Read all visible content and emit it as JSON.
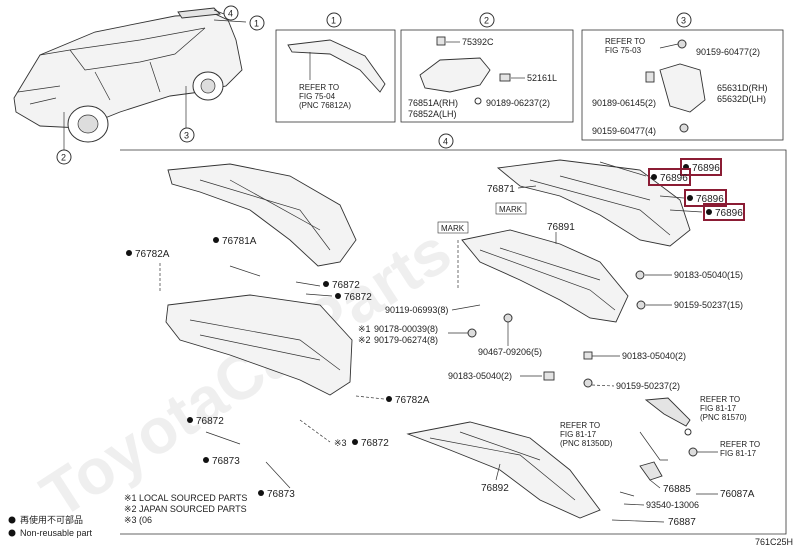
{
  "diagram_code": "761C25H",
  "watermark": "ToyotaCarParts",
  "callouts": {
    "c1": "1",
    "c2": "2",
    "c3": "3",
    "c4": "4"
  },
  "panel1": {
    "ref": [
      "REFER TO",
      "FIG 75-04",
      "(PNC 76812A)"
    ]
  },
  "panel2": {
    "p1": "75392C",
    "p2": "52161L",
    "p3": "76851A(RH)",
    "p4": "76852A(LH)",
    "p5": "90189-06237(2)"
  },
  "panel3": {
    "ref": [
      "REFER TO",
      "FIG 75-03"
    ],
    "p1": "90159-60477(2)",
    "p2": "65631D(RH)",
    "p3": "65632D(LH)",
    "p4": "90189-06145(2)",
    "p5": "90159-60477(4)"
  },
  "main": {
    "p76896a": "76896",
    "p76896b": "76896",
    "p76896c": "76896",
    "p76896d": "76896",
    "p76871": "76871",
    "mark1": "MARK",
    "mark2": "MARK",
    "p76891": "76891",
    "p90183a": "90183-05040(15)",
    "p90159a": "90159-50237(15)",
    "p90183b": "90183-05040(2)",
    "p90159b": "90159-50237(2)",
    "p90183c": "90183-05040(2)",
    "p90467": "90467-09206(5)",
    "p90119": "90119-06993(8)",
    "p90178": "90178-00039(8)",
    "p90179": "90179-06274(8)",
    "star1": "※1",
    "star2": "※2",
    "star3": "※3",
    "p76782a1": "76782A",
    "p76781a": "76781A",
    "p76872a": "76872",
    "p76872b": "76872",
    "p76782a2": "76782A",
    "p76872c": "76872",
    "p76872d": "76872",
    "p76873a": "76873",
    "p76873b": "76873",
    "ref81570": [
      "REFER TO",
      "FIG 81-17",
      "(PNC 81570)"
    ],
    "ref81350": [
      "REFER TO",
      "FIG 81-17",
      "(PNC 81350D)"
    ],
    "ref8117": [
      "REFER TO",
      "FIG 81-17"
    ],
    "p76892": "76892",
    "p76885": "76885",
    "p76087a": "76087A",
    "p93540": "93540-13006",
    "p76887": "76887"
  },
  "notes": {
    "n1": "※1 LOCAL SOURCED PARTS",
    "n2": "※2 JAPAN SOURCED PARTS",
    "n3": "※3 (06"
  },
  "legend": {
    "jp": "再使用不可部品",
    "en": "Non-reusable part"
  },
  "colors": {
    "highlight": "#8b1c34",
    "line": "#333333"
  }
}
